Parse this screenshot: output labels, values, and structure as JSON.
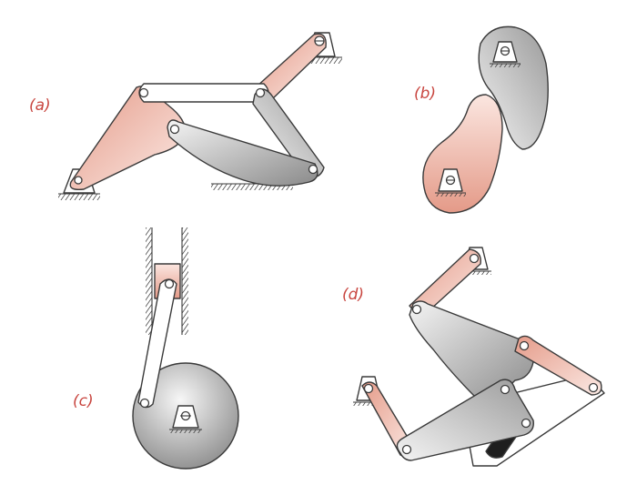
{
  "diagram": {
    "panels": [
      {
        "id": "a",
        "label": "(a)"
      },
      {
        "id": "b",
        "label": "(b)"
      },
      {
        "id": "c",
        "label": "(c)"
      },
      {
        "id": "d",
        "label": "(d)"
      }
    ],
    "colors": {
      "salmon_dark": "#e7a898",
      "salmon_light": "#f7e2dc",
      "gray_dark": "#8e8e8e",
      "gray_light": "#f2f2f2",
      "ink": "#3a3a3a",
      "label": "#c8453f"
    }
  }
}
